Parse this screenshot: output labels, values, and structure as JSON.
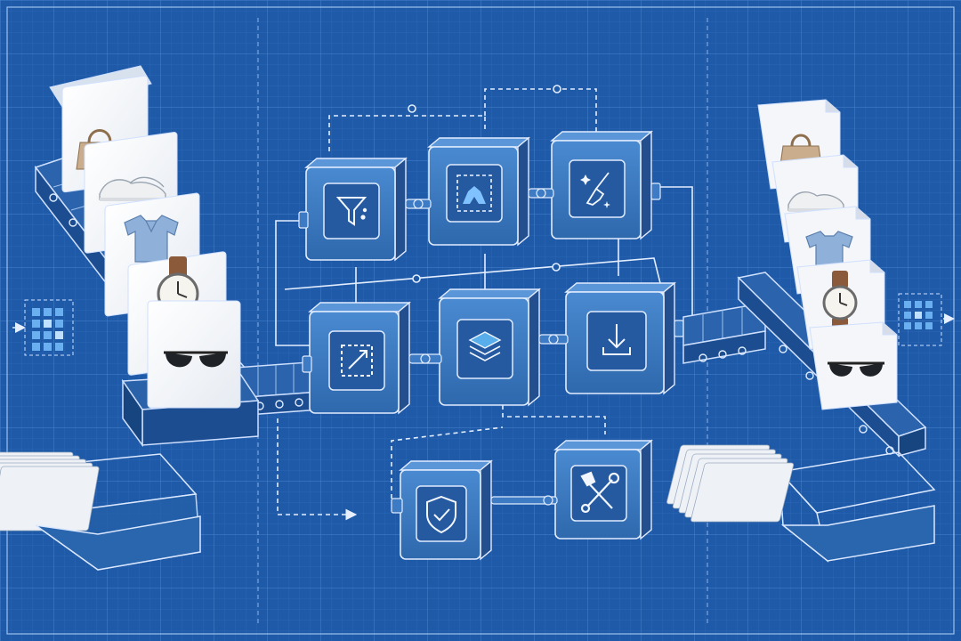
{
  "colors": {
    "background": "#1e5aa8",
    "grid": "#3b78c4",
    "line": "#dbe8ff",
    "module_fill": "#2f6db5",
    "module_face": "#3f80c8",
    "module_dark": "#1d4f92",
    "card_fill": "#f4f6f9",
    "card_shadow": "#c9d6e6",
    "accent": "#7fc0ff",
    "highlight_icon": "#58aeea"
  },
  "diagram": {
    "input_products": [
      "handbag",
      "sneakers",
      "polo-shirt",
      "wristwatch",
      "sunglasses"
    ],
    "output_products": [
      "handbag",
      "sneakers",
      "polo-shirt",
      "wristwatch",
      "sunglasses"
    ],
    "processing_modules": [
      {
        "name": "filter-module",
        "icon": "filter-icon"
      },
      {
        "name": "crop-module",
        "icon": "crop-region-icon"
      },
      {
        "name": "cleanup-module",
        "icon": "magic-broom-icon"
      },
      {
        "name": "resize-module",
        "icon": "resize-arrow-icon"
      },
      {
        "name": "layers-module",
        "icon": "layers-icon"
      },
      {
        "name": "export-module",
        "icon": "download-icon"
      },
      {
        "name": "verify-module",
        "icon": "shield-check-icon"
      },
      {
        "name": "repair-module",
        "icon": "hammer-wrench-icon"
      }
    ],
    "side_markers": [
      "input-grid-icon",
      "output-grid-icon"
    ],
    "bins": [
      "input-card-bin",
      "output-card-bin"
    ]
  }
}
